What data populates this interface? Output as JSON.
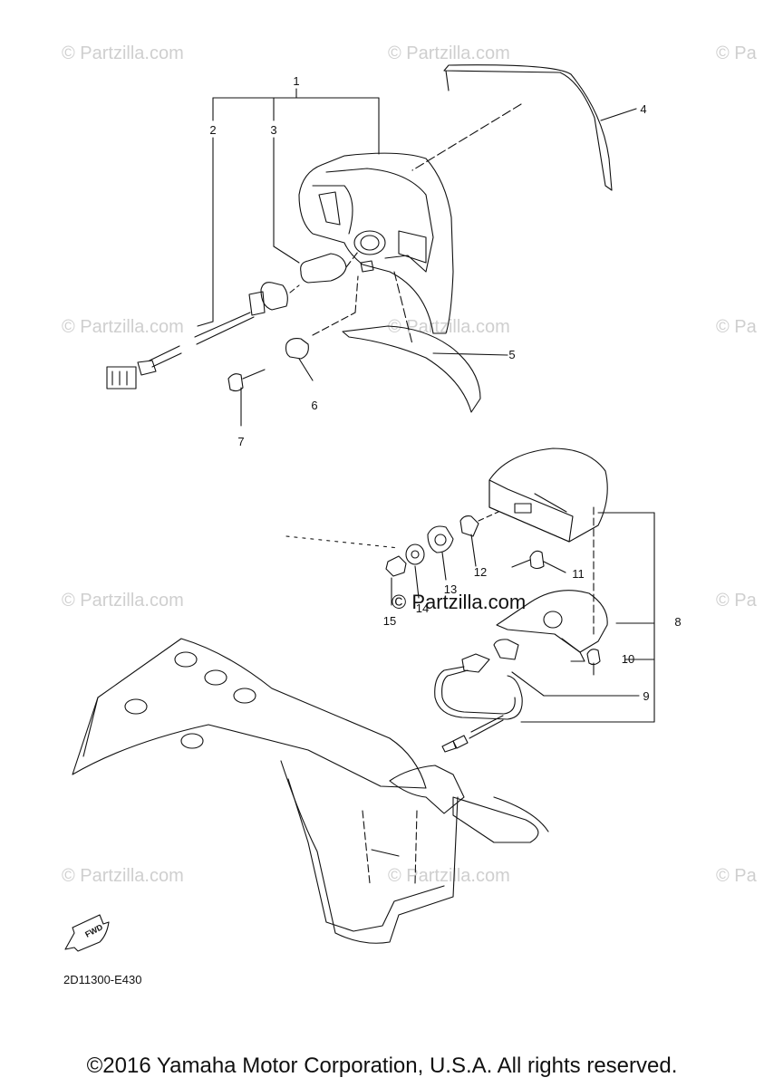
{
  "diagram": {
    "callouts": [
      "1",
      "2",
      "3",
      "4",
      "5",
      "6",
      "7",
      "8",
      "9",
      "10",
      "11",
      "12",
      "13",
      "14",
      "15"
    ],
    "fwd_label": "FWD"
  },
  "watermarks": {
    "text": "© Partzilla.com",
    "partial_text": "© Pa",
    "center_text": "© Partzilla.com"
  },
  "footer": {
    "diagram_code": "2D11300-E430",
    "copyright": "©2016 Yamaha Motor Corporation, U.S.A. All rights reserved."
  }
}
